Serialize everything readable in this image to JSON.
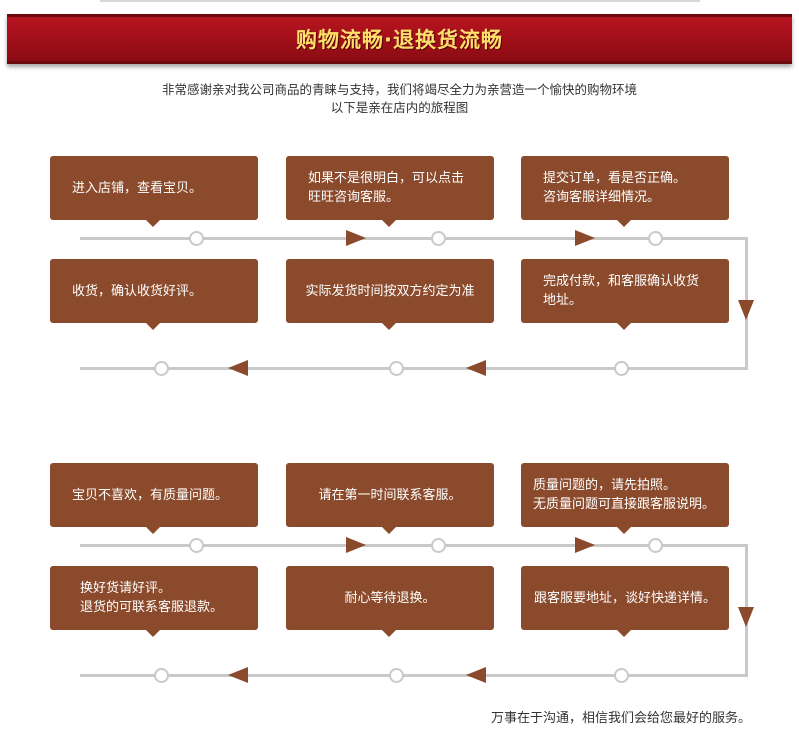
{
  "banner": {
    "title": "购物流畅·退换货流畅"
  },
  "intro": {
    "line1": "非常感谢亲对我公司商品的青睐与支持，我们将竭尽全力为亲营造一个愉快的购物环境",
    "line2": "以下是亲在店内的旅程图"
  },
  "purchase_flow": {
    "row1": [
      "进入店铺，查看宝贝。",
      "如果不是很明白，可以点击\n旺旺咨询客服。",
      "提交订单，看是否正确。\n咨询客服详细情况。"
    ],
    "row2": [
      "收货，确认收货好评。",
      "实际发货时间按双方约定为准",
      "完成付款，和客服确认收货\n地址。"
    ]
  },
  "return_flow": {
    "row1": [
      "宝贝不喜欢，有质量问题。",
      "请在第一时间联系客服。",
      "质量问题的，请先拍照。\n无质量问题可直接跟客服说明。"
    ],
    "row2": [
      "换好货请好评。\n退货的可联系客服退款。",
      "耐心等待退换。",
      "跟客服要地址，谈好快递详情。"
    ]
  },
  "footer": {
    "text": "万事在于沟通，相信我们会给您最好的服务。"
  },
  "colors": {
    "banner_red": "#a3111b",
    "banner_text": "#ffde6a",
    "box_brown": "#8b4a2b",
    "line_gray": "#c9c9c9"
  },
  "icons": {
    "flow_arrow": "triangle-arrow-icon",
    "flow_node": "circle-node-icon"
  }
}
